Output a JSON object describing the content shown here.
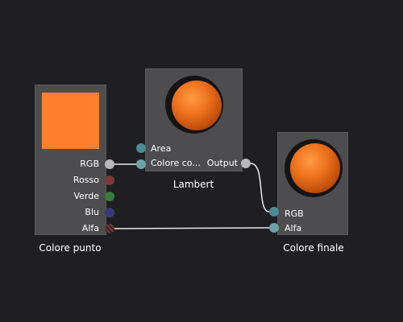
{
  "nodes": {
    "point_color": {
      "title": "Colore punto",
      "swatch_color": "#ff7f2e",
      "outputs": [
        {
          "label": "RGB",
          "color": "#b8b8b8"
        },
        {
          "label": "Rosso",
          "color": "#7a3a3a"
        },
        {
          "label": "Verde",
          "color": "#3a7a3a"
        },
        {
          "label": "Blu",
          "color": "#3a3a7a"
        },
        {
          "label": "Alfa",
          "color": "#7a3a3a"
        }
      ]
    },
    "lambert": {
      "title": "Lambert",
      "inputs": [
        {
          "label": "Area",
          "color": "#4a8a94"
        },
        {
          "label": "Colore co...",
          "color": "#6aa2a8"
        }
      ],
      "output": {
        "label": "Output",
        "color": "#b8b8b8"
      }
    },
    "final_color": {
      "title": "Colore finale",
      "inputs": [
        {
          "label": "RGB",
          "color": "#4a8a94"
        },
        {
          "label": "Alfa",
          "color": "#6aa2a8"
        }
      ]
    }
  },
  "colors": {
    "background": "#1f1f23",
    "node_body": "#4d4d4f",
    "wire": "#e8e8e8"
  }
}
